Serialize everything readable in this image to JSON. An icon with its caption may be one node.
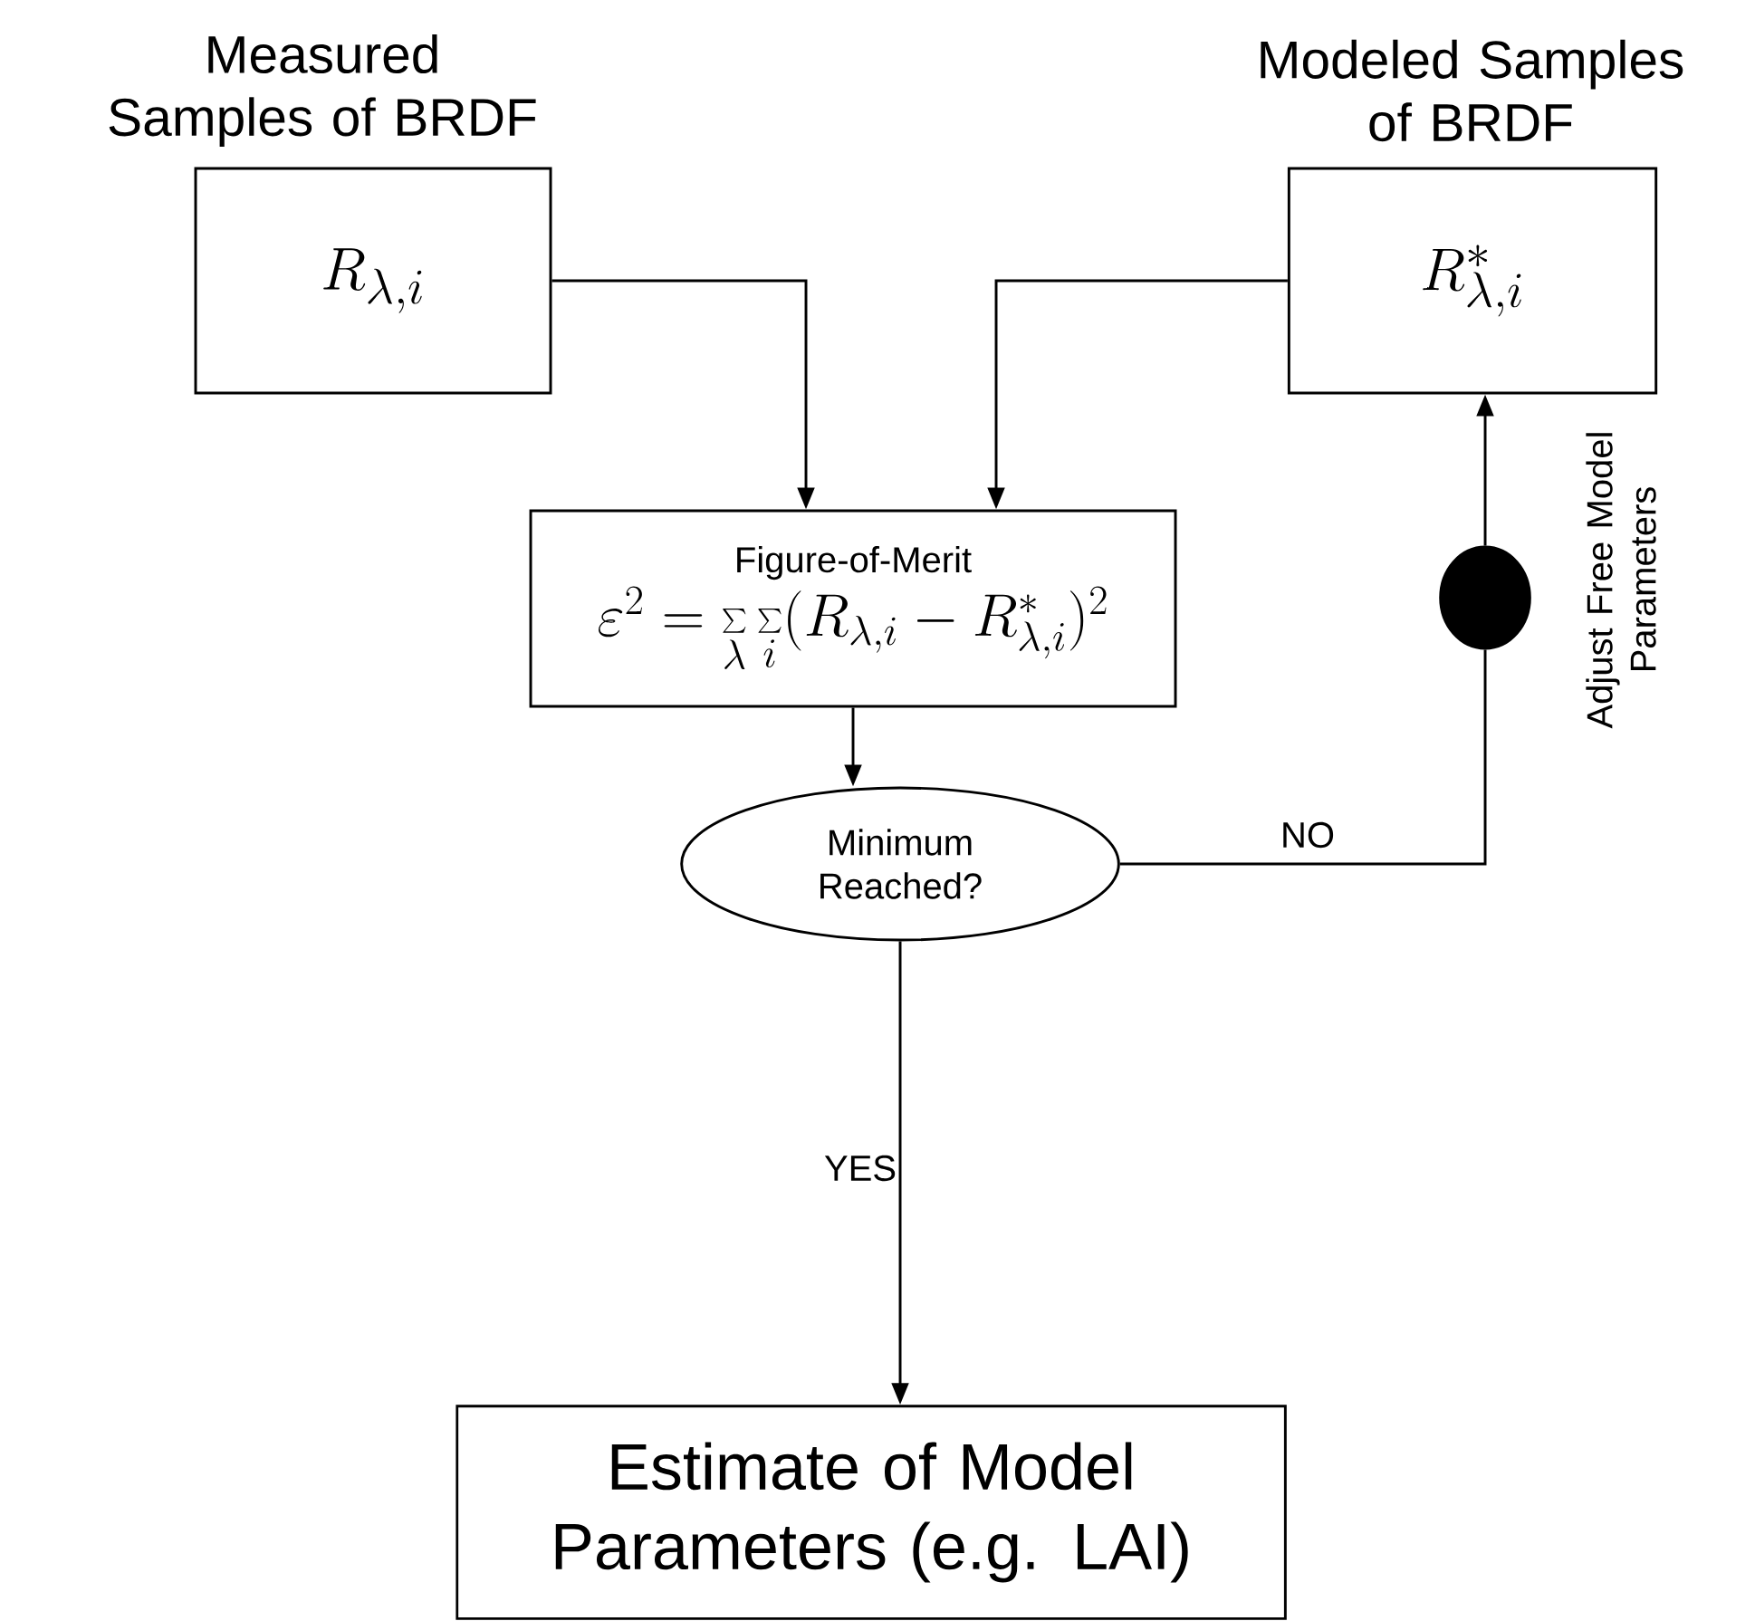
{
  "diagram": {
    "nodes": [
      {
        "text": [
          "Measured Samples of BRDF",
          "R_{\\lambda,i}"
        ]
      },
      {
        "text": [
          "Modeled Samples of BRDF",
          "R^{*}_{\\lambda,i}"
        ]
      },
      {
        "text": [
          "Figure-of-Merit",
          "\\varepsilon^{2}=\\sum\\limits_{\\lambda}\\sum\\limits_{i}(R_{\\lambda,i}-R^{*}_{\\lambda,i})^{2}"
        ]
      },
      {
        "text": [
          "Minimum Reached?"
        ]
      },
      {
        "text": [
          "Estimate of Model Parameters (e.g. LAI)"
        ]
      },
      {
        "text": [],
        "shape": "circle",
        "beside": [
          "Adjust Free Model Parameters"
        ]
      }
    ],
    "edges": [
      {
        "from": 0,
        "to": 2,
        "arrow": "to"
      },
      {
        "from": 1,
        "to": 2,
        "arrow": "to"
      },
      {
        "from": 2,
        "to": 3,
        "arrow": "to"
      },
      {
        "from": 3,
        "to": 5,
        "arrow": "none",
        "label": "NO"
      },
      {
        "from": 5,
        "to": 1,
        "arrow": "to"
      },
      {
        "from": 3,
        "to": 4,
        "arrow": "to",
        "label": "YES"
      }
    ]
  }
}
